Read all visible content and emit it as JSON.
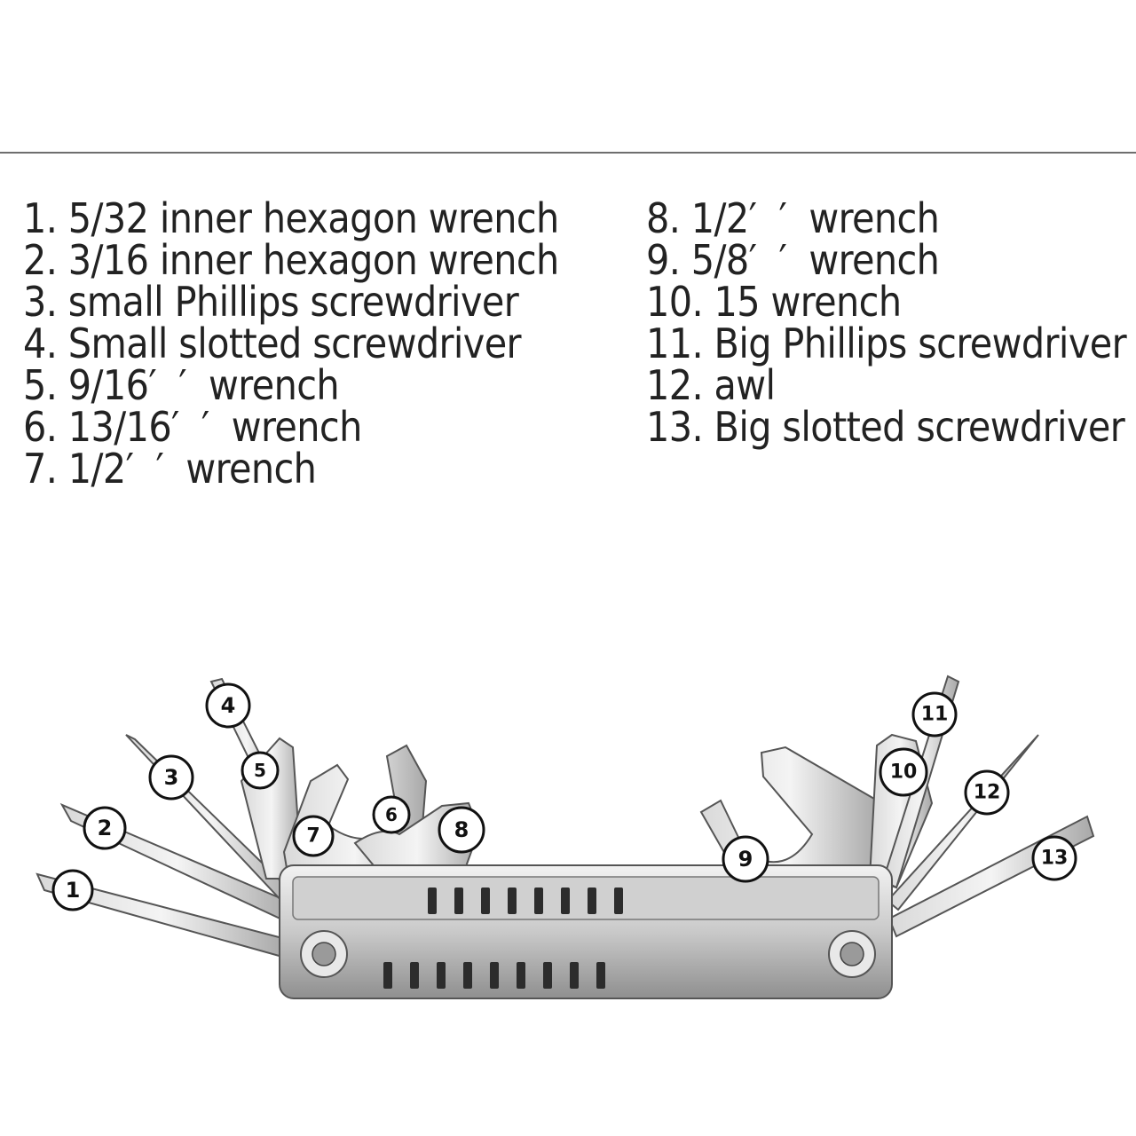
{
  "legend_left": [
    "1. 5/32 inner hexagon wrench",
    "2. 3/16 inner hexagon wrench",
    "3. small Phillips screwdriver",
    "4. Small slotted screwdriver",
    "5. 9/16′  ′  wrench",
    "6. 13/16′  ′  wrench",
    "7. 1/2′  ′  wrench"
  ],
  "legend_right": [
    "8. 1/2′  ′  wrench",
    "9. 5/8′  ′  wrench",
    "10. 15 wrench",
    "11. Big Phillips screwdriver",
    "12. awl",
    "13. Big slotted screwdriver"
  ],
  "callouts": [
    "1",
    "2",
    "3",
    "4",
    "5",
    "6",
    "7",
    "8",
    "9",
    "10",
    "11",
    "12",
    "13"
  ],
  "colors": {
    "steel_light": "#e6e6e6",
    "steel_mid": "#bdbdbd",
    "steel_dark": "#7a7a7a",
    "outline": "#555555",
    "text": "#222222",
    "rule": "#6e6e6e"
  }
}
